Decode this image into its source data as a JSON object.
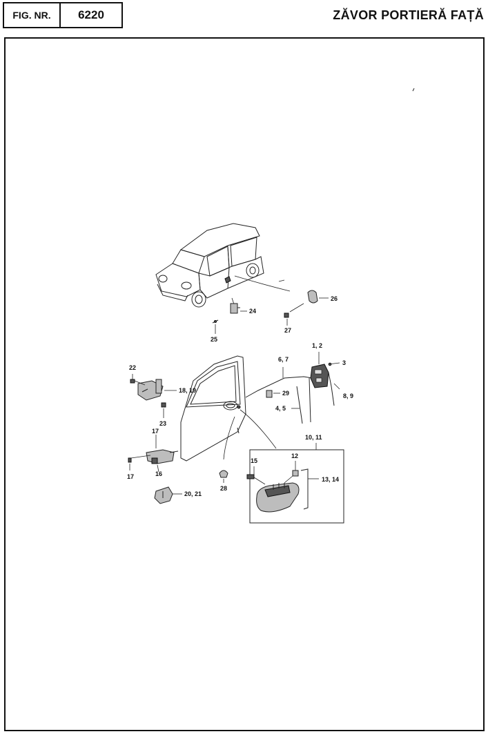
{
  "header": {
    "fig_label": "FIG. NR.",
    "fig_number": "6220",
    "title": "ZĂVOR PORTIERĂ FAȚĂ"
  },
  "callouts": {
    "c1_2": "1, 2",
    "c3": "3",
    "c4_5": "4, 5",
    "c6_7": "6, 7",
    "c8_9": "8, 9",
    "c10_11": "10, 11",
    "c12": "12",
    "c13_14": "13, 14",
    "c15": "15",
    "c16": "16",
    "c17_top": "17",
    "c17_left": "17",
    "c18_19": "18, 19",
    "c20_21": "20, 21",
    "c22": "22",
    "c23": "23",
    "c24": "24",
    "c25": "25",
    "c26": "26",
    "c27": "27",
    "c28": "28",
    "c29": "29"
  }
}
